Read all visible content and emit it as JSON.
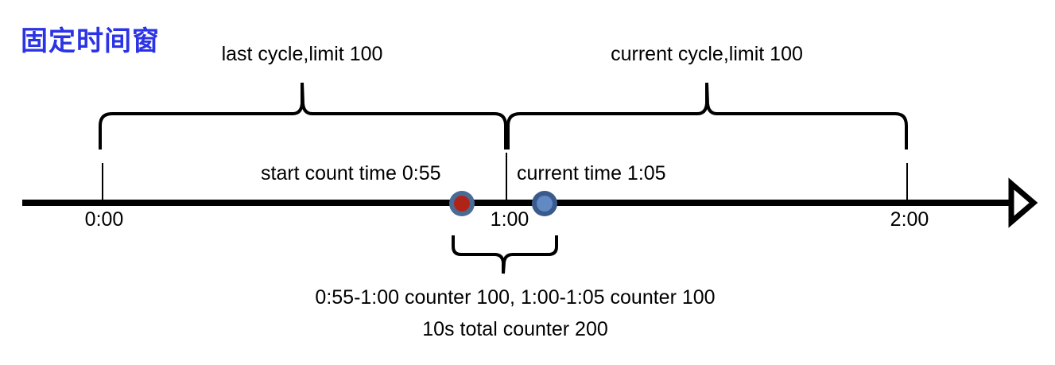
{
  "diagram": {
    "title": "固定时间窗",
    "title_color": "#2b33e6",
    "background_color": "#ffffff",
    "stroke_color": "#000000"
  },
  "top_brackets": [
    {
      "id": "last-cycle",
      "label": "last cycle,limit 100"
    },
    {
      "id": "current-cycle",
      "label": "current cycle,limit 100"
    }
  ],
  "mid_labels": {
    "start_count": "start count time 0:55",
    "current_time": "current time 1:05"
  },
  "axis": {
    "ticks": [
      {
        "id": "t0",
        "label": "0:00"
      },
      {
        "id": "t1",
        "label": "1:00"
      },
      {
        "id": "t2",
        "label": "2:00"
      }
    ],
    "arrow": "arrow-head-right"
  },
  "markers": [
    {
      "id": "start-count-marker",
      "name": "start-count-time-marker",
      "time": "0:55",
      "fill": "#b02418",
      "ring": "#4a6b96"
    },
    {
      "id": "current-time-marker",
      "name": "current-time-marker",
      "time": "1:05",
      "fill": "#6189c4",
      "ring": "#3a5a8c"
    }
  ],
  "captions": {
    "line_1": "0:55-1:00 counter 100, 1:00-1:05 counter 100",
    "line_2": "10s total counter 200"
  }
}
